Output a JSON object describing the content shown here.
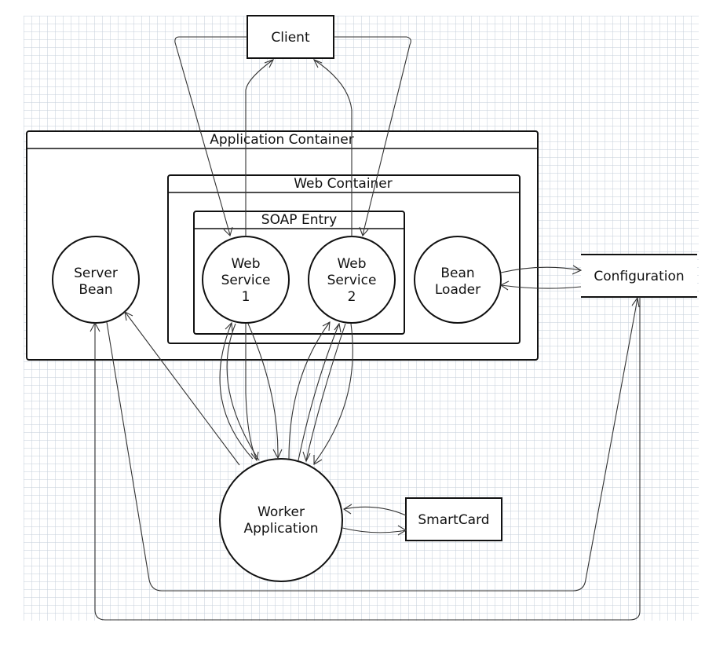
{
  "diagram": {
    "client": "Client",
    "application_container": "Application Container",
    "web_container": "Web Container",
    "soap_entry": "SOAP Entry",
    "server_bean": [
      "Server",
      "Bean"
    ],
    "web_service_1": [
      "Web",
      "Service",
      "1"
    ],
    "web_service_2": [
      "Web",
      "Service",
      "2"
    ],
    "bean_loader": [
      "Bean",
      "Loader"
    ],
    "configuration": "Configuration",
    "worker_application": [
      "Worker",
      "Application"
    ],
    "smartcard": "SmartCard"
  }
}
